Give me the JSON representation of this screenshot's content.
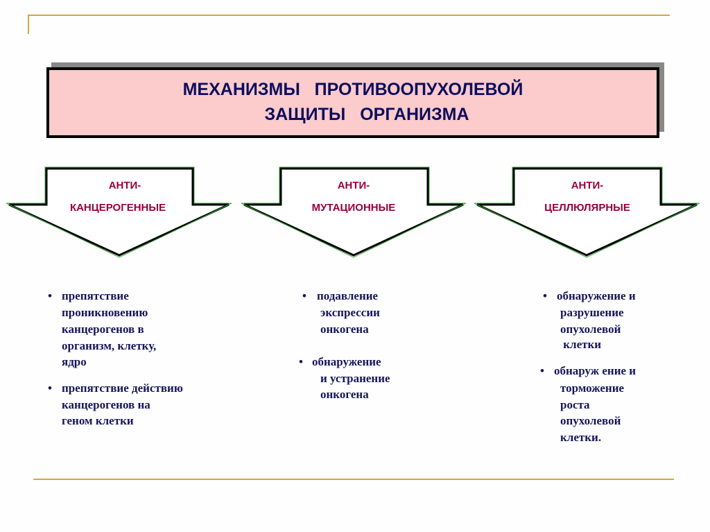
{
  "title": {
    "line1": "МЕХАНИЗМЫ   ПРОТИВООПУХОЛЕВОЙ",
    "line2": "ЗАЩИТЫ   ОРГАНИЗМА"
  },
  "arrows": [
    {
      "line1": "АНТИ-",
      "line2": "КАНЦЕРОГЕННЫЕ"
    },
    {
      "line1": "АНТИ-",
      "line2": "МУТАЦИОННЫЕ"
    },
    {
      "line1": "АНТИ-",
      "line2": "ЦЕЛЛЮЛЯРНЫЕ"
    }
  ],
  "columns": [
    {
      "bullets": [
        {
          "lines": [
            "препятствие",
            "проникновению",
            "канцерогенов в",
            "организм, клетку,",
            "ядро"
          ]
        },
        {
          "lines": [
            "препятствие действию",
            "канцерогенов на",
            "геном клетки"
          ]
        }
      ]
    },
    {
      "bullets": [
        {
          "lines": [
            "подавление",
            "экспрессии",
            "онкогена"
          ]
        },
        {
          "lines": [
            "обнаружение",
            "и устранение",
            "онкогена"
          ]
        }
      ]
    },
    {
      "bullets": [
        {
          "lines": [
            "обнаружение и",
            "разрушение",
            "опухолевой",
            " клетки"
          ]
        },
        {
          "lines": [
            "обнаруж ение и",
            "торможение",
            "роста",
            "опухолевой",
            "клетки."
          ]
        }
      ]
    }
  ],
  "bullet_symbol": "•",
  "colors": {
    "title_bg": "#fccbcb",
    "title_text": "#0d0d5e",
    "arrow_text": "#99003d",
    "arrow_stroke": "#1a7a1a",
    "body_text": "#15155a",
    "rule": "#d4a93a"
  }
}
